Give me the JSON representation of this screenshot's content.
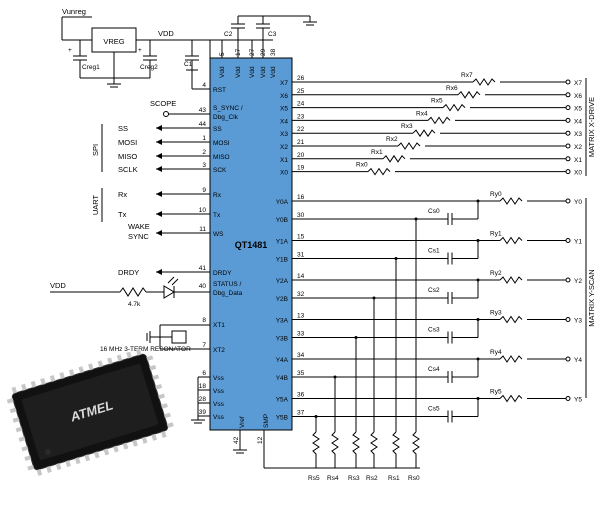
{
  "power": {
    "vunreg": "Vunreg",
    "vdd": "VDD",
    "vreg": "VREG",
    "creg1": "Creg1",
    "creg2": "Creg2",
    "c1": "C1",
    "c2": "C2",
    "c3": "C3"
  },
  "chip": {
    "name": "QT1481",
    "color": "#5b9bd5"
  },
  "top_pins": [
    {
      "num": "5",
      "label": "Vdd"
    },
    {
      "num": "17",
      "label": "Vdd"
    },
    {
      "num": "27",
      "label": "Vdd"
    },
    {
      "num": "29",
      "label": "Vdd"
    },
    {
      "num": "38",
      "label": "Vdd"
    }
  ],
  "left_pins": [
    {
      "num": "4",
      "label": "RST",
      "net": ""
    },
    {
      "num": "43",
      "label": "S_SYNC / Dbg_Clk",
      "net": "SCOPE"
    },
    {
      "num": "44",
      "label": "SS",
      "net": "SS"
    },
    {
      "num": "1",
      "label": "MOSI",
      "net": "MOSI"
    },
    {
      "num": "2",
      "label": "MISO",
      "net": "MISO"
    },
    {
      "num": "3",
      "label": "SCK",
      "net": "SCLK"
    },
    {
      "num": "9",
      "label": "Rx",
      "net": "Rx"
    },
    {
      "num": "10",
      "label": "Tx",
      "net": "Tx"
    },
    {
      "num": "11",
      "label": "WS",
      "net": "WAKE / SYNC"
    },
    {
      "num": "41",
      "label": "DRDY",
      "net": "DRDY"
    },
    {
      "num": "40",
      "label": "STATUS / Dbg_Data",
      "net": "VDD"
    },
    {
      "num": "8",
      "label": "XT1",
      "net": ""
    },
    {
      "num": "7",
      "label": "XT2",
      "net": ""
    },
    {
      "num": "6",
      "label": "Vss",
      "net": ""
    },
    {
      "num": "18",
      "label": "Vss",
      "net": ""
    },
    {
      "num": "28",
      "label": "Vss",
      "net": ""
    },
    {
      "num": "39",
      "label": "Vss",
      "net": ""
    }
  ],
  "bottom_pins": [
    {
      "num": "42",
      "label": "Vref"
    },
    {
      "num": "12",
      "label": "SMP"
    }
  ],
  "groups": {
    "spi": "SPI",
    "uart": "UART"
  },
  "resistor_led": "4.7k",
  "resonator": "16 MHz 3-TERM RESONATOR",
  "x_pins": [
    {
      "label": "X7",
      "num": "26",
      "r": "Rx7",
      "out": "X7"
    },
    {
      "label": "X6",
      "num": "25",
      "r": "Rx6",
      "out": "X6"
    },
    {
      "label": "X5",
      "num": "24",
      "r": "Rx5",
      "out": "X5"
    },
    {
      "label": "X4",
      "num": "23",
      "r": "Rx4",
      "out": "X4"
    },
    {
      "label": "X3",
      "num": "22",
      "r": "Rx3",
      "out": "X3"
    },
    {
      "label": "X2",
      "num": "21",
      "r": "Rx2",
      "out": "X2"
    },
    {
      "label": "X1",
      "num": "20",
      "r": "Rx1",
      "out": "X1"
    },
    {
      "label": "X0",
      "num": "19",
      "r": "Rx0",
      "out": "X0"
    }
  ],
  "y_pins": [
    {
      "a": "Y0A",
      "an": "16",
      "b": "Y0B",
      "bn": "30",
      "c": "Cs0",
      "r": "Ry0",
      "out": "Y0"
    },
    {
      "a": "Y1A",
      "an": "15",
      "b": "Y1B",
      "bn": "31",
      "c": "Cs1",
      "r": "Ry1",
      "out": "Y1"
    },
    {
      "a": "Y2A",
      "an": "14",
      "b": "Y2B",
      "bn": "32",
      "c": "Cs2",
      "r": "Ry2",
      "out": "Y2"
    },
    {
      "a": "Y3A",
      "an": "13",
      "b": "Y3B",
      "bn": "33",
      "c": "Cs3",
      "r": "Ry3",
      "out": "Y3"
    },
    {
      "a": "Y4A",
      "an": "34",
      "b": "Y4B",
      "bn": "35",
      "c": "Cs4",
      "r": "Ry4",
      "out": "Y4"
    },
    {
      "a": "Y5A",
      "an": "36",
      "b": "Y5B",
      "bn": "37",
      "c": "Cs5",
      "r": "Ry5",
      "out": "Y5"
    }
  ],
  "rs_labels": [
    "Rs5",
    "Rs4",
    "Rs3",
    "Rs2",
    "Rs1",
    "Rs0"
  ],
  "matrix_x": "MATRIX X-DRIVE",
  "matrix_y": "MATRIX Y-SCAN",
  "photo": {
    "brand": "ATMEL"
  }
}
